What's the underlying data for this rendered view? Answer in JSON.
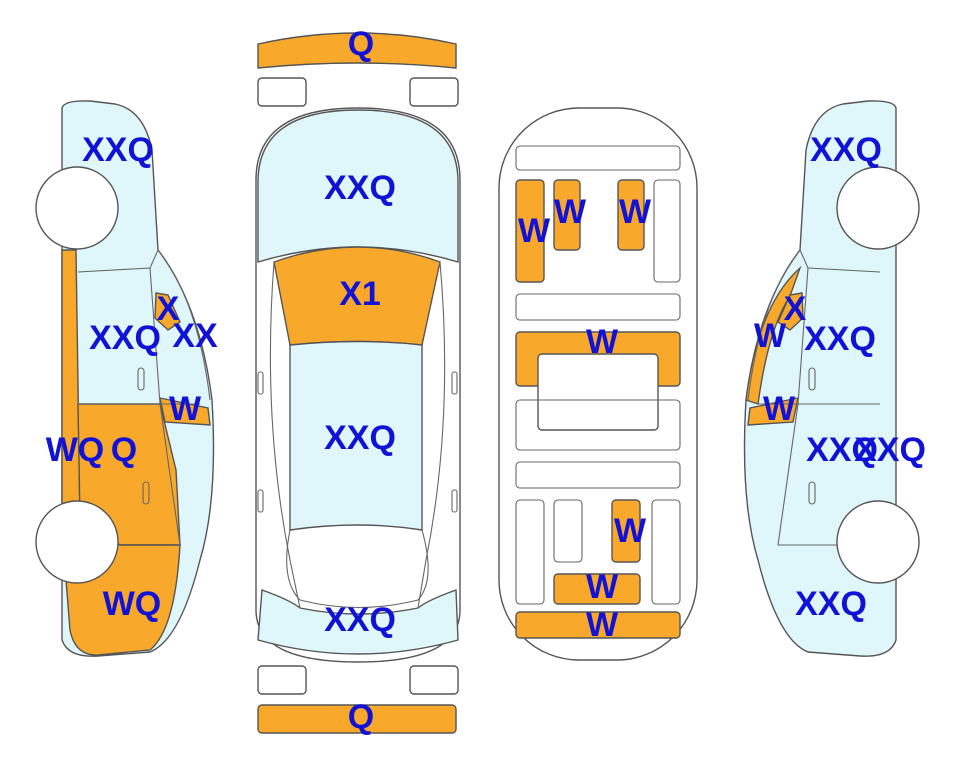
{
  "colors": {
    "glass": "#dff6fb",
    "damage": "#f8a92b",
    "outline": "#555555",
    "label": "#1212d6",
    "body": "#ffffff"
  },
  "labels": {
    "front_bumper": "Q",
    "rear_bumper": "Q",
    "windshield": "XXQ",
    "hood": "X1",
    "roof": "XXQ",
    "rear_window": "XXQ",
    "left_front_fender": "XXQ",
    "left_front_door": "XXQ",
    "left_mirror": "X",
    "left_a_pillar": "XX",
    "left_sill": "W",
    "left_rocker": "WQ",
    "left_rear_door": "Q",
    "left_rear_quarter": "WQ",
    "trunk_1": "W",
    "trunk_2": "W",
    "trunk_3": "W",
    "trunk_4": "W",
    "trunk_5": "W",
    "trunk_6": "W",
    "trunk_7": "W",
    "right_front_fender": "XXQ",
    "right_mirror": "X",
    "right_a_pillar": "W",
    "right_front_door": "XXQ",
    "right_sill": "W",
    "right_rear_door": "XXQ",
    "right_rear_door_2": "XXQ",
    "right_rear_quarter": "XXQ"
  }
}
